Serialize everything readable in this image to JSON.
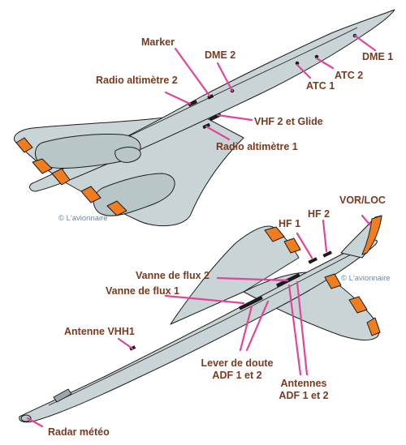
{
  "colors": {
    "fuselage": "#c9d4d6",
    "outline": "#1c1c1c",
    "orange": "#f07d1e",
    "leader": "#e0459c",
    "label": "#7a3a20",
    "copyright": "#5a8bc5"
  },
  "copyright": "© L'avionnaire",
  "top_view": {
    "labels": {
      "marker": "Marker",
      "dme2": "DME 2",
      "dme1": "DME 1",
      "radio_alt2": "Radio altimètre 2",
      "atc2": "ATC 2",
      "atc1": "ATC 1",
      "vhf2_glide": "VHF 2 et Glide",
      "radio_alt1": "Radio altimètre 1"
    }
  },
  "bottom_view": {
    "labels": {
      "vor_loc": "VOR/LOC",
      "hf1": "HF 1",
      "hf2": "HF 2",
      "vanne2": "Vanne de flux 2",
      "vanne1": "Vanne de flux 1",
      "vhh1": "Antenne VHH1",
      "lever_line1": "Lever de doute",
      "lever_line2": "ADF 1 et 2",
      "antennes_line1": "Antennes",
      "antennes_line2": "ADF 1 et 2",
      "radar": "Radar météo"
    }
  }
}
